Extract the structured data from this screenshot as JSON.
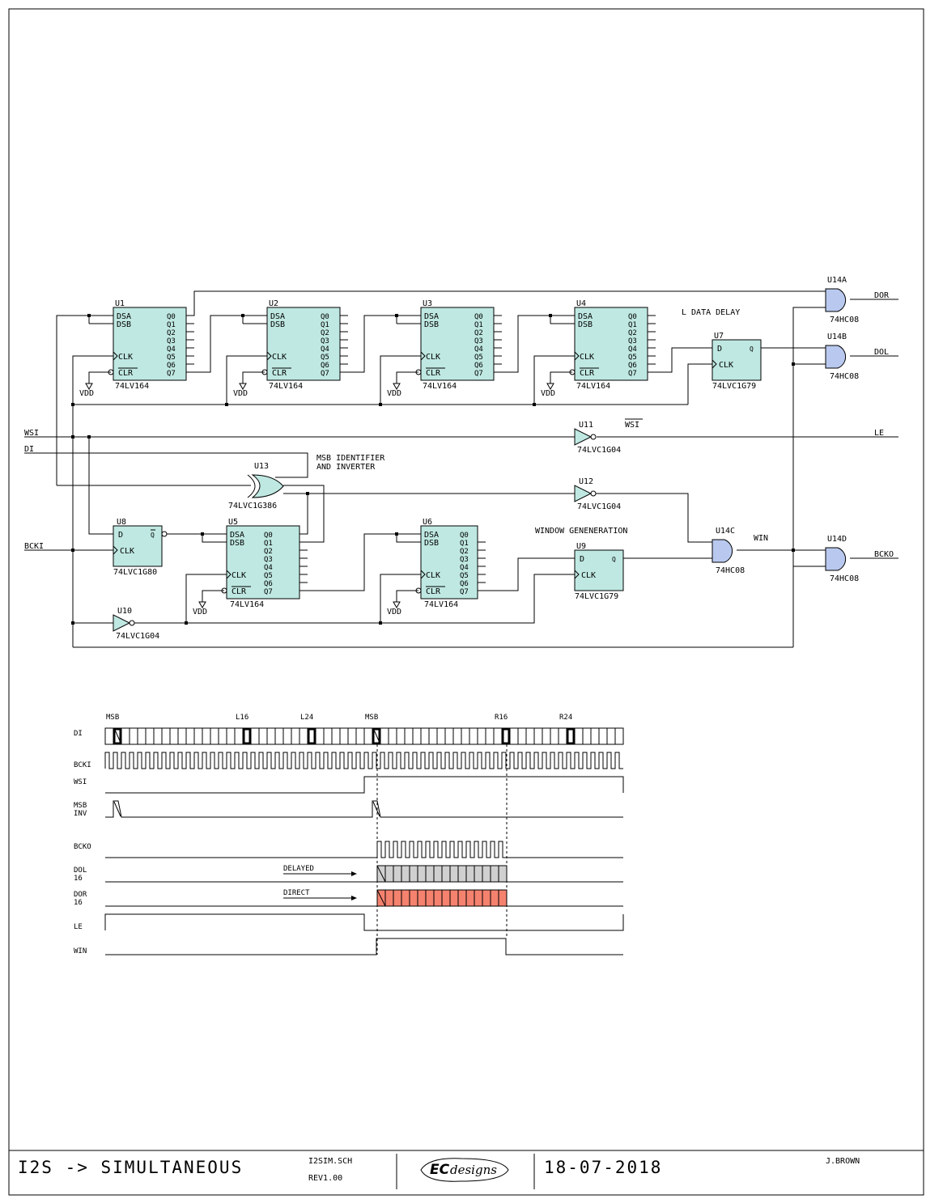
{
  "sheet": {
    "title": "I2S -> SIMULTANEOUS",
    "file": "I2SIM.SCH",
    "rev": "REV1.00",
    "date": "18-07-2018",
    "author": "J.BROWN",
    "logo": {
      "brand": "EC",
      "suffix": "designs"
    }
  },
  "chips": {
    "u1": {
      "ref": "U1",
      "part": "74LV164"
    },
    "u2": {
      "ref": "U2",
      "part": "74LV164"
    },
    "u3": {
      "ref": "U3",
      "part": "74LV164"
    },
    "u4": {
      "ref": "U4",
      "part": "74LV164"
    },
    "u5": {
      "ref": "U5",
      "part": "74LV164"
    },
    "u6": {
      "ref": "U6",
      "part": "74LV164"
    },
    "u7": {
      "ref": "U7",
      "part": "74LVC1G79"
    },
    "u8": {
      "ref": "U8",
      "part": "74LVC1G80"
    },
    "u9": {
      "ref": "U9",
      "part": "74LVC1G79"
    }
  },
  "gates": {
    "u10": {
      "ref": "U10",
      "part": "74LVC1G04"
    },
    "u11": {
      "ref": "U11",
      "part": "74LVC1G04"
    },
    "u12": {
      "ref": "U12",
      "part": "74LVC1G04"
    },
    "u13": {
      "ref": "U13",
      "part": "74LVC1G386"
    },
    "u14a": {
      "ref": "U14A",
      "part": "74HC08"
    },
    "u14b": {
      "ref": "U14B",
      "part": "74HC08"
    },
    "u14c": {
      "ref": "U14C",
      "part": "74HC08"
    },
    "u14d": {
      "ref": "U14D",
      "part": "74HC08"
    }
  },
  "pins": {
    "dsa": "DSA",
    "dsb": "DSB",
    "clk": "CLK",
    "clr": "CLR",
    "q0": "Q0",
    "q1": "Q1",
    "q2": "Q2",
    "q3": "Q3",
    "q4": "Q4",
    "q5": "Q5",
    "q6": "Q6",
    "q7": "Q7",
    "d": "D",
    "q": "Q",
    "qbar": "Q"
  },
  "power": {
    "vdd": "VDD"
  },
  "nets": {
    "wsi": "WSI",
    "di": "DI",
    "bcki": "BCKI",
    "le": "LE",
    "dor": "DOR",
    "dol": "DOL",
    "bcko": "BCKO",
    "win": "WIN",
    "wsi_bar": "WSI"
  },
  "notes": {
    "l_data_delay": "L DATA DELAY",
    "msb_identifier": "MSB IDENTIFIER",
    "and_inverter": "AND INVERTER",
    "window": "WINDOW GENENERATION"
  },
  "timing": {
    "markers": [
      "MSB",
      "L16",
      "L24",
      "MSB",
      "R16",
      "R24"
    ],
    "rows": {
      "di": "DI",
      "bcki": "BCKI",
      "wsi": "WSI",
      "msb": "MSB",
      "inv": "INV",
      "bcko": "BCKO",
      "dol": "DOL",
      "dol16": "16",
      "dor": "DOR",
      "dor16": "16",
      "le": "LE",
      "win": "WIN"
    },
    "delayed": "DELAYED",
    "direct": "DIRECT",
    "bits_per_frame": 64,
    "output_bits": 16,
    "fill_delayed": "#d0d0d0",
    "fill_direct": "#f4826e"
  },
  "colors": {
    "chip": "#bfe8e2",
    "gate": "#b8c8ee"
  }
}
